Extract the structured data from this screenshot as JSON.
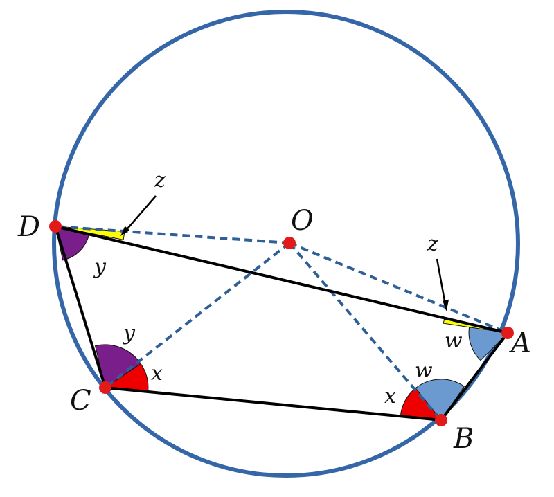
{
  "points": {
    "A": "A",
    "B": "B",
    "C": "C",
    "D": "D",
    "O": "O"
  },
  "angle_labels": {
    "x_at_C": "x",
    "x_at_B": "x",
    "y_at_D": "y",
    "y_at_C": "y",
    "w_at_A": "w",
    "w_at_B": "w",
    "z_near_D": "z",
    "z_near_A": "z"
  },
  "colors": {
    "circle": "#3566A8",
    "sides": "#000000",
    "radii": "#2F5F96",
    "vertex": "#E21A1A",
    "angle_x": "#EE0000",
    "angle_y": "#7A1E8C",
    "angle_w": "#6B9AD0",
    "angle_z": "#FFFF00"
  }
}
